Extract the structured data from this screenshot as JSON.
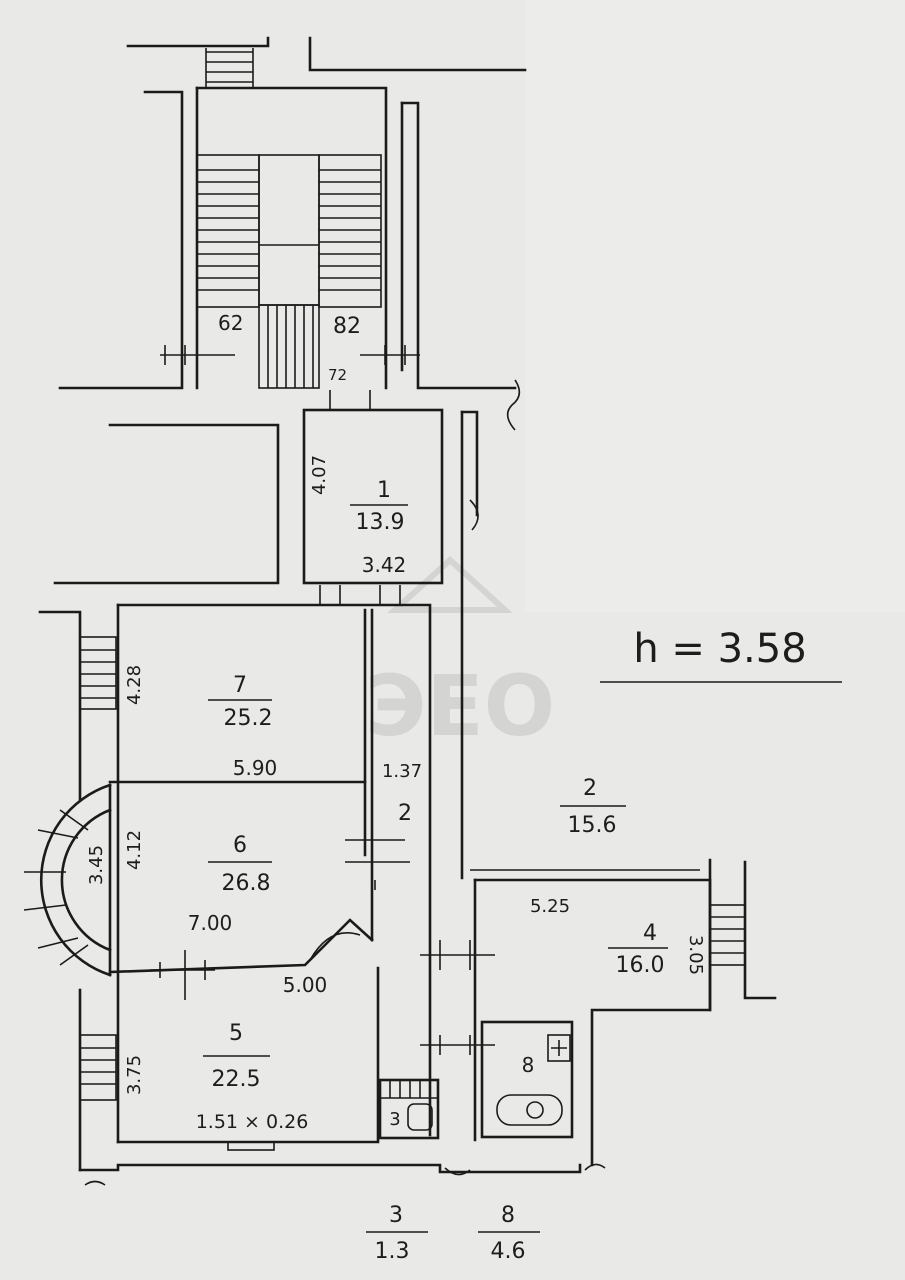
{
  "ceiling_height": "h = 3.58",
  "rooms": [
    {
      "id": "room-1",
      "number": "1",
      "area": "13.9"
    },
    {
      "id": "room-2",
      "number": "2",
      "area": "15.6"
    },
    {
      "id": "room-4",
      "number": "4",
      "area": "16.0"
    },
    {
      "id": "room-5",
      "number": "5",
      "area": "22.5"
    },
    {
      "id": "room-6",
      "number": "6",
      "area": "26.8"
    },
    {
      "id": "room-7",
      "number": "7",
      "area": "25.2"
    },
    {
      "id": "room-8",
      "number": "8"
    },
    {
      "id": "room-3",
      "number": "3"
    },
    {
      "id": "room-2-corridor",
      "number": "2"
    }
  ],
  "dimensions": {
    "stair_left": "62",
    "stair_right": "82",
    "stair_door": "72",
    "room1_side": "4.07",
    "room1_width": "3.42",
    "room7_side": "4.28",
    "room7_width": "5.90",
    "corridor_width": "1.37",
    "room6_side": "4.12",
    "bay_depth": "3.45",
    "room6_width": "7.00",
    "room5_width": "5.00",
    "room5_side": "3.75",
    "room5_niche": "1.51 × 0.26",
    "room4_width": "5.25",
    "room4_side": "3.05"
  },
  "summary": [
    {
      "id": "summary-3",
      "number": "3",
      "area": "1.3"
    },
    {
      "id": "summary-8",
      "number": "8",
      "area": "4.6"
    }
  ],
  "watermark": "ЭЕО"
}
